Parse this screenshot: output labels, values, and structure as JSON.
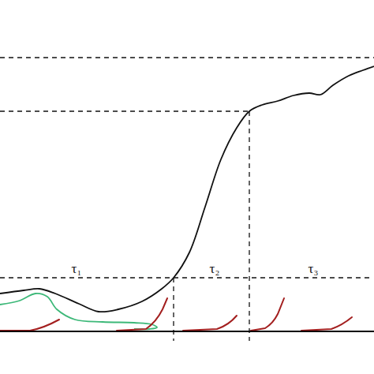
{
  "diagram": {
    "labels": [
      "τ₁",
      "τ₂",
      "τ₃"
    ]
  }
}
